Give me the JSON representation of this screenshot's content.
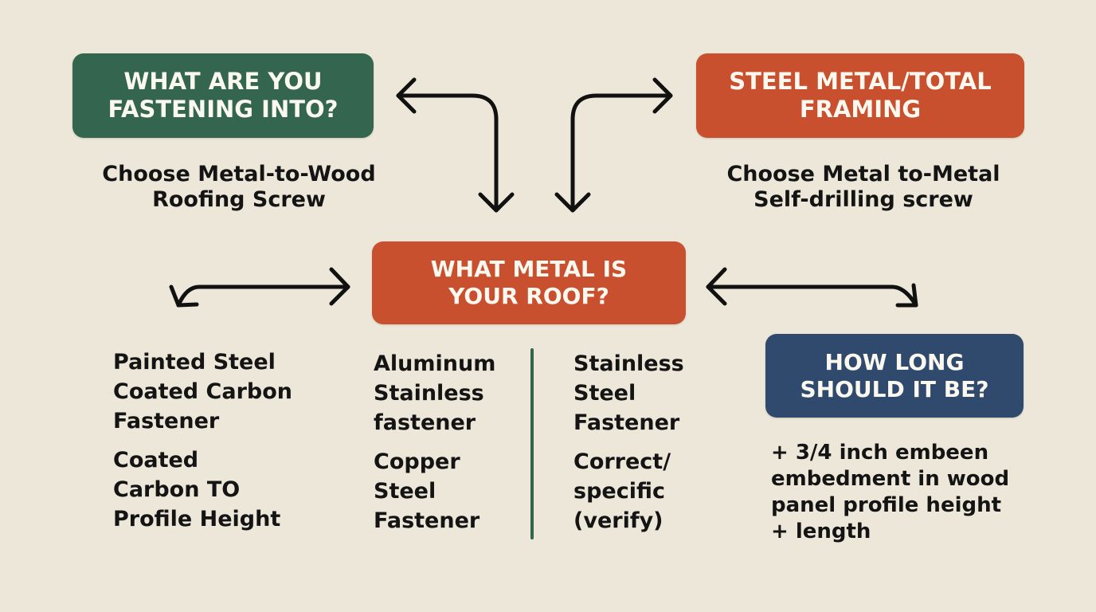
{
  "diagram": {
    "background": "#ece7d8",
    "colors": {
      "green": "#33654f",
      "orange": "#c8502e",
      "navy": "#2f4a6c",
      "text": "#141414"
    },
    "boxes": {
      "fastening": {
        "lines": [
          "WHAT ARE YOU",
          "FASTENING INTO?"
        ]
      },
      "steel_framing": {
        "lines": [
          "STEEL METAL/TOTAL",
          "FRAMING"
        ]
      },
      "roof_metal": {
        "lines": [
          "WHAT METAL IS",
          "YOUR ROOF?"
        ]
      },
      "length": {
        "lines": [
          "HOW LONG",
          "SHOULD IT BE?"
        ]
      }
    },
    "captions": {
      "wood": [
        "Choose Metal-to-Wood",
        "Roofing Screw"
      ],
      "metal": [
        "Choose Metal to-Metal",
        "Self-drilling screw"
      ]
    },
    "columns": [
      {
        "groups": [
          [
            "Painted Steel",
            "Coated Carbon",
            "Fastener"
          ],
          [
            "Coated",
            "Carbon TO",
            "Profile Height"
          ]
        ]
      },
      {
        "groups": [
          [
            "Aluminum",
            "Stainless",
            "fastener"
          ],
          [
            "Copper",
            "Steel",
            "Fastener"
          ]
        ]
      },
      {
        "groups": [
          [
            "Stainless",
            "Steel",
            "Fastener"
          ],
          [
            "Correct/",
            "specific",
            "(verify)"
          ]
        ]
      }
    ],
    "length_text": [
      "+ 3/4 inch embeen",
      "embedment in wood",
      "panel profile height",
      "+ length"
    ]
  }
}
